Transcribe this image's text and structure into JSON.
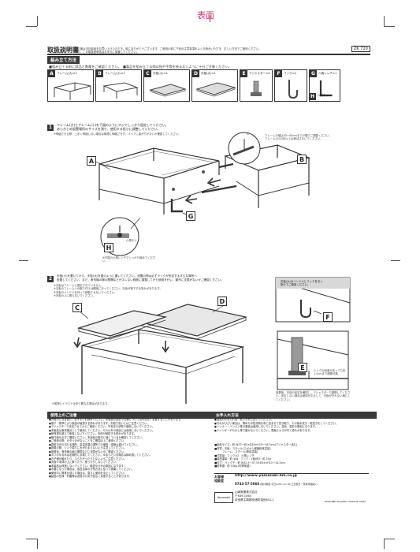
{
  "page_label": "表面",
  "title": "取扱説明書",
  "model": "ZK 720",
  "intro": [
    "この度は当社製品をお買い上げいただき、誠にありがとうございます。ご使用の前に下記の注意事項をよくお読みいただき、正しい方法でご使用ください。",
    "なお、この取扱説明書はお手元に保管してください。"
  ],
  "assembly": {
    "header": "組み立て方法",
    "subtitle": "■組み立てる前に部品と数量をご確認ください。　■製品を組み立てる際は指や手等を挟まないように十分ご注意ください。",
    "parts": [
      {
        "letter": "A",
        "name": "フレーム(大)×1"
      },
      {
        "letter": "B",
        "name": "フレーム(小)×1"
      },
      {
        "letter": "C",
        "name": "天板(小)×1"
      },
      {
        "letter": "D",
        "name": "天板(大)×1"
      },
      {
        "letter": "E",
        "name": "アジャスター×4"
      },
      {
        "letter": "F",
        "name": "フック×2"
      },
      {
        "letter": "G",
        "name": "六角レンチ×1"
      },
      {
        "letter": "H",
        "name": "六角ネジ×1"
      }
    ]
  },
  "step1": {
    "num": "1",
    "lines": [
      "フレーム(大)とフレーム(小)を下図のようにネジでしっかり固定してください。",
      "あらかじめ設置場所のサイズを測り、使用する長さに調整してください。"
    ],
    "note": "※伸縮させる際、上手く伸縮しない場合は無理に伸縮させず、パイプに曲がりがないか確認してください。",
    "callout_text": "フレームの幅は33〜60cmまでの間でご調整ください。",
    "callout_sub": "フレーム(小)の印以上は伸ばさないでください。",
    "mark_label": "印",
    "screw_label": "六角ネジ",
    "wrench_note": "※付属の六角レンチでしっかり締めてください。"
  },
  "step2": {
    "num": "2",
    "lines": [
      "天板(小)を置いてから、天板(大)を図のように置いてください。設置の際は必ずラックが安定する平らな場所へ",
      "設置してください。また、食洗機の脚の間隔などがズレない程度に調整してから使用を行い、動作に支障がないかご確認ください。"
    ],
    "notes": [
      "※天板はフレームに固定されていません。",
      "※天板のフレームへの取り付けは確実に行ってください。天板が落下する恐れがあります。",
      "※天板のハンドルを持って移動させないでください。",
      "※天板の上に乗らないでください。"
    ],
    "hook_label": "天板(大)のハンドルにフックを引っ掛けてご使用ください。",
    "adjuster_label": "シンクの段差があっても約1.5cmまで調節可能",
    "install_note": "設置後、本体の安定を確認し、アジャスターで調節してください。安定しない場合は使用を中止して、天板が外れない様にしてください。",
    "footer_note": "※実物とイラストは多少異なる場合があります。"
  },
  "caution": {
    "header": "使用上のご注意",
    "items": [
      "●お使いになる前に、必ずよくお読みください。本製品の設計や仕様については予告なく変更することがあります。",
      "●落下・衝撃により部品が破損する恐れがあります。お取り扱いにはご注意ください。",
      "●アジャスターで安定させてからご使用ください。不安定な状態で使用しないでください。",
      "●本製品は食洗機台として使用してください。それ以外の用途には使用しないでください。",
      "●耐荷重を超えて使用しないでください。本体が破損する恐れがあります。",
      "●取付面を必ずご確認ください。本製品の取付に適しているか確認してください。",
      "●ご使用の際、ガタつきがないことをご確認の上ご使用ください。",
      "●直射日光の当たる場所、高温多湿の場所での使用・保管は避けてください。",
      "●設置の際、シンク周りに水がたまらないよう注意してください。",
      "●設置後、食洗機の扉の開閉などに支障がないかご確認ください。",
      "●ネジのゆるみは定期的に点検してください。ゆるんでいる場合は締め直してください。",
      "●お子様が触れたり、ぶら下がったりしないようご注意ください。",
      "●天板や本体の上に乗ったり、座ったりしないでください。",
      "●本製品は改造しないでください。破損やけがの原因になります。",
      "●不要になった場合は、各自治体の分別方法に従って廃棄してください。",
      "●使用中に異常を感じた場合は、直ちに使用を中止してください。",
      "●製品の仕様・外観等は改良のため予告なく変更することがあります。"
    ]
  },
  "care": {
    "header": "お手入れ方法",
    "items": [
      "●製品のお手入れは、乾いた布で拭いてください。",
      "●汚れがひどい場合は、薄めた中性洗剤を布に含ませて拭き取り、その後水拭き・乾拭きをしてください。",
      "●シンナー・ベンジン等の薬品は使用しないでください。変色・変形の原因になります。",
      "●クレンザーやたわし等で磨かないでください。表面にキズが付く恐れがあります。"
    ]
  },
  "specs": {
    "lines": [
      "■製品サイズ：約 W37〜62×D36×H15〜16.5cm(アジャスター含む)",
      "■材質：天板：スチール(エポキシ樹脂粉体塗装)",
      "　　　フレーム：スチール(粉体塗装)",
      "■付属品：フック×2　六角レンチ",
      "■製品重量：約 4kg　フック：1個(約)：約 25g",
      "■内寸：ラック下：約 W32.5〜57.5×D34×H11〜14.5cm",
      "■耐荷重：約 10kg (均等荷重)"
    ]
  },
  "contact": {
    "label1": "お客様",
    "label2": "相談室",
    "url": "http://www.yamazaki-hm.co.jp",
    "tel": "0743-57-5068",
    "hours": "(受付時間 平日9:00〜17:00 土日祝日・年末年始除く)",
    "brand": "Yamazaki",
    "company": "山崎実業株式会社",
    "zip": "〒639-1064",
    "address": "奈良県生駒郡安堵町窪田851-1",
    "made_in": "DESIGNED IN JAPAN / MADE IN CHINA"
  }
}
